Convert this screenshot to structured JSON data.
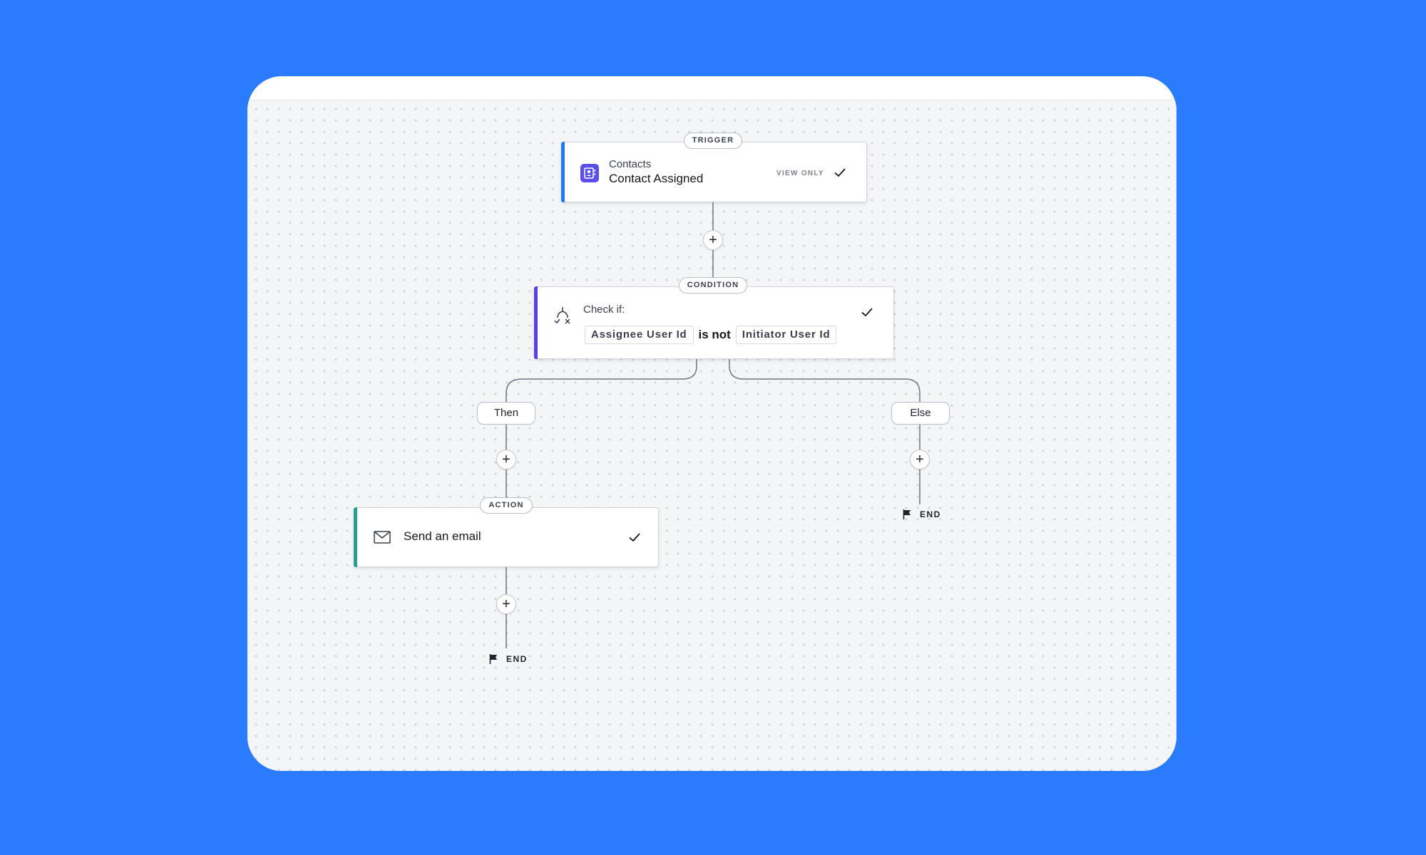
{
  "trigger": {
    "badge": "TRIGGER",
    "app_name": "Contacts",
    "title": "Contact Assigned",
    "view_only": "VIEW ONLY"
  },
  "condition": {
    "badge": "CONDITION",
    "heading": "Check if:",
    "left_operand": "Assignee User Id",
    "operator": "is not",
    "right_operand": "Initiator User Id"
  },
  "branches": {
    "then_label": "Then",
    "else_label": "Else"
  },
  "action": {
    "badge": "ACTION",
    "title": "Send an email"
  },
  "end_label": "END",
  "add_step_symbol": "+",
  "colors": {
    "background": "#2b7bfe",
    "trigger_accent": "#1f7cf2",
    "condition_accent": "#5b3fe0",
    "action_accent": "#2a9d8f",
    "contacts_icon": "#5a4ee8"
  },
  "icons": {
    "trigger": "contacts-icon",
    "condition": "split-branch-icon",
    "action": "envelope-icon",
    "end": "flag-icon",
    "done": "checkmark-icon"
  }
}
